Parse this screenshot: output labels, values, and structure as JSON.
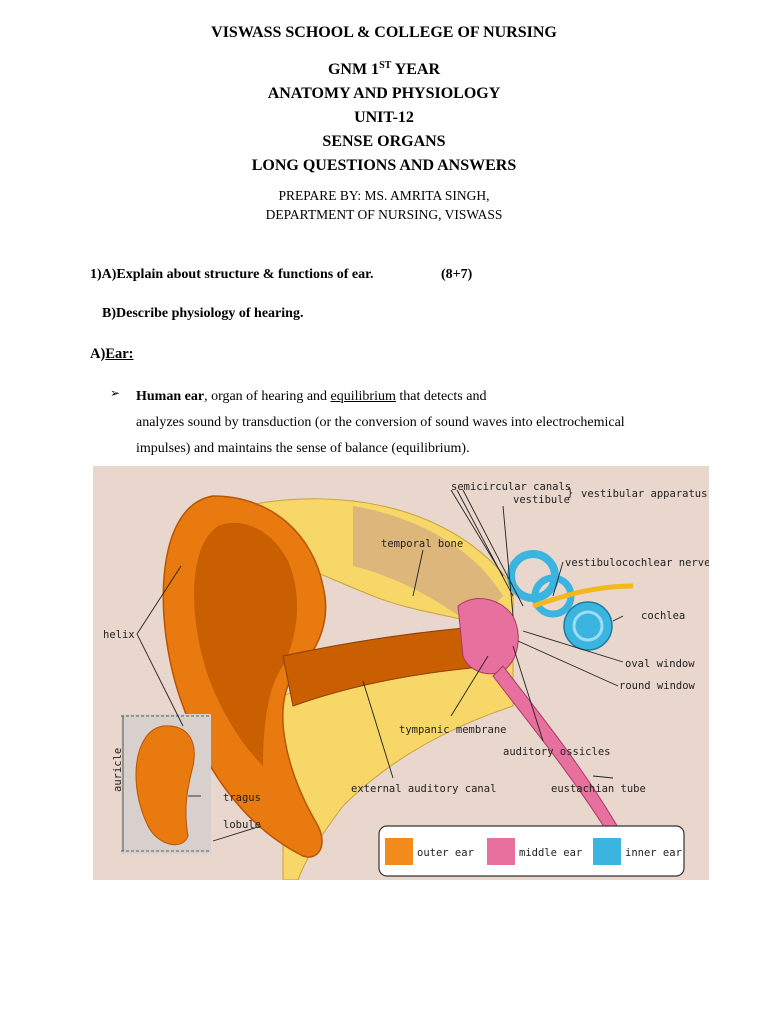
{
  "header": {
    "school": "VISWASS SCHOOL & COLLEGE OF NURSING",
    "year_prefix": "GNM 1",
    "year_sup": "ST",
    "year_suffix": " YEAR",
    "subject": "ANATOMY AND PHYSIOLOGY",
    "unit": "UNIT-12",
    "topic": "SENSE ORGANS",
    "section": "LONG QUESTIONS AND ANSWERS",
    "prepared_by": "PREPARE BY: MS. AMRITA SINGH,",
    "department": "DEPARTMENT OF NURSING, VISWASS"
  },
  "questions": {
    "q1a": "1)A)Explain about structure & functions of ear.",
    "q1_marks": "(8+7)",
    "q1b": "B)Describe physiology of hearing."
  },
  "answer": {
    "label_prefix": "A)",
    "label": "Ear:",
    "bullet_bold": "Human ear",
    "bullet_text1": ", organ of hearing and ",
    "bullet_link": "equilibrium",
    "bullet_text2": " that detects and",
    "line2": "analyzes sound by transduction (or the conversion of sound waves into electrochemical",
    "line3": "impulses) and maintains the sense of balance (equilibrium)."
  },
  "figure": {
    "labels": {
      "semicircular_canals": "semicircular canals",
      "vestibule": "vestibule",
      "vestibular_apparatus": "vestibular apparatus",
      "temporal_bone": "temporal bone",
      "vestibulocochlear_nerve": "vestibulocochlear nerve",
      "helix": "helix",
      "cochlea": "cochlea",
      "oval_window": "oval window",
      "round_window": "round window",
      "tympanic_membrane": "tympanic membrane",
      "auditory_ossicles": "auditory ossicles",
      "auricle": "auricle",
      "tragus": "tragus",
      "lobule": "lobule",
      "external_auditory_canal": "external auditory canal",
      "eustachian_tube": "eustachian tube"
    },
    "legend": [
      {
        "label": "outer ear",
        "color": "#f28a1c"
      },
      {
        "label": "middle ear",
        "color": "#e8709e"
      },
      {
        "label": "inner ear",
        "color": "#3bb4e0"
      }
    ],
    "colors": {
      "background": "#e9d6cd",
      "outer_ear": "#e87a10",
      "bone": "#f7d768",
      "middle_ear": "#e8709e",
      "inner_ear": "#3bb4e0",
      "nerve": "#f2b81c"
    }
  }
}
